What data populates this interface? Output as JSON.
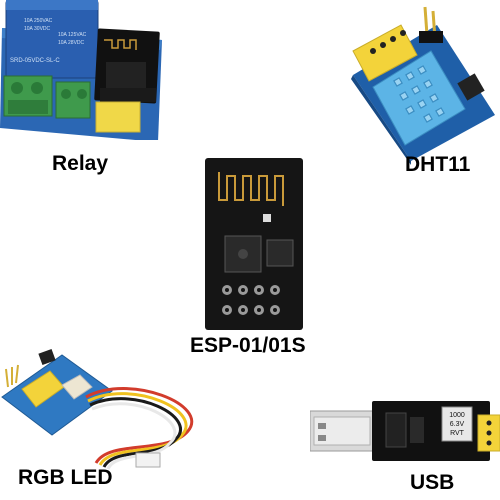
{
  "labels": {
    "relay": "Relay",
    "dht11": "DHT11",
    "esp": "ESP-01/01S",
    "rgb_led": "RGB LED",
    "usb": "USB"
  },
  "relay_module": {
    "relay_text_1": "10A 250VAC",
    "relay_text_2": "10A 30VDC",
    "relay_text_3": "10A 125VAC",
    "relay_text_4": "10A 28VDC",
    "relay_model": "SRD-05VDC-SL-C"
  },
  "usb_module": {
    "cap_line_1": "1000",
    "cap_line_2": "6.3V",
    "cap_line_3": "RVT"
  },
  "colors": {
    "board_blue": "#1f6fb8",
    "board_black": "#151515",
    "relay_blue": "#2a5fb0",
    "terminal_green": "#3f9a4c",
    "header_yellow": "#f3d33a",
    "sensor_blue": "#5cb4e6"
  }
}
